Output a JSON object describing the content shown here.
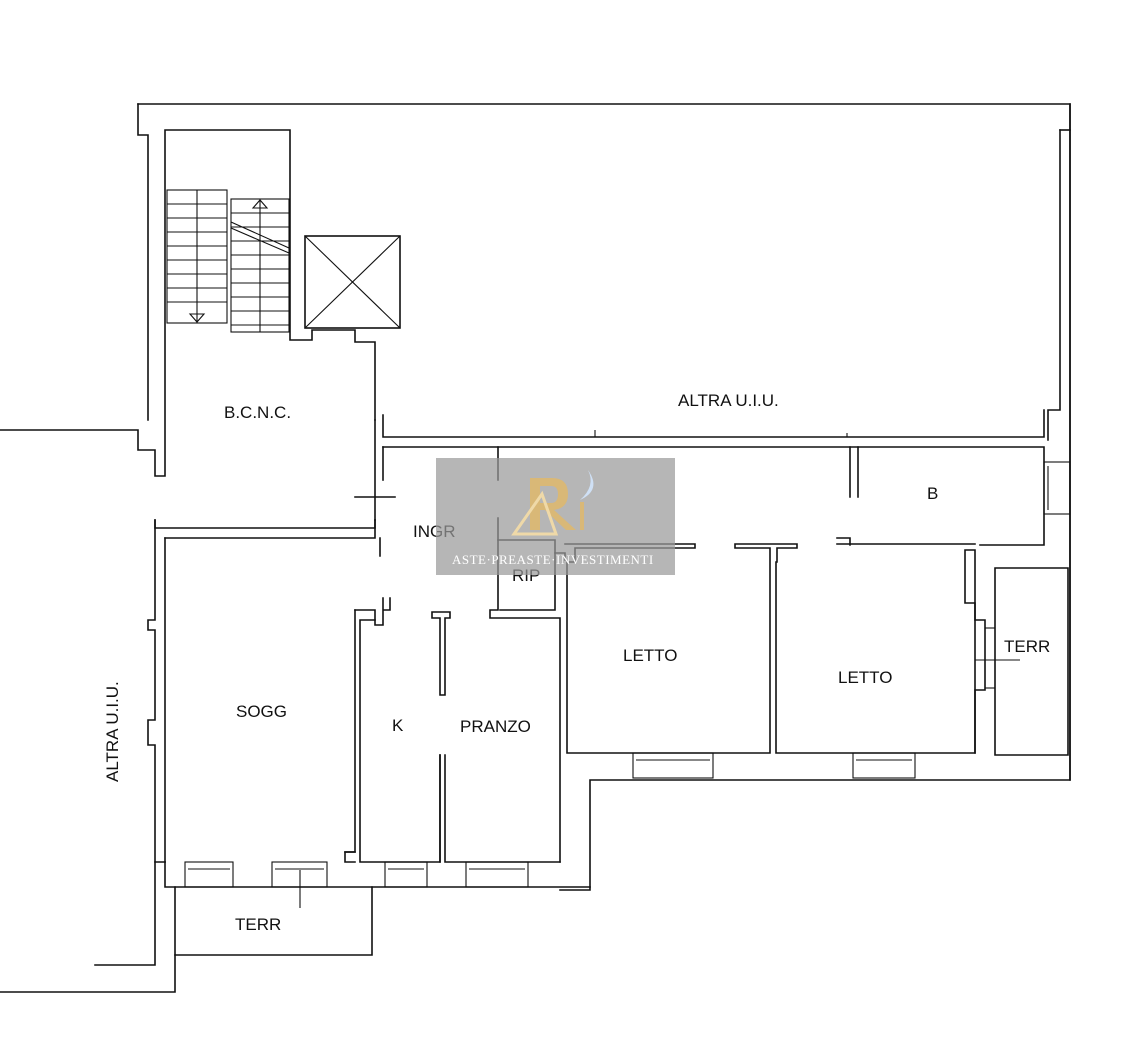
{
  "labels": {
    "bcnc": "B.C.N.C.",
    "altra_top": "ALTRA U.I.U.",
    "altra_left": "ALTRA U.I.U.",
    "ingr": "INGR",
    "rip": "RIP",
    "b": "B",
    "letto_1": "LETTO",
    "letto_2": "LETTO",
    "terr_right": "TERR",
    "sogg": "SOGG",
    "k": "K",
    "pranzo": "PRANZO",
    "terr_bottom": "TERR"
  },
  "watermark": {
    "text": "ASTE·PREASTE·INVESTIMENTI",
    "logo_glyph": "logo-icon"
  },
  "colors": {
    "line": "#111111",
    "watermark_bg": "#9a9a9a",
    "logo_gold": "#d9b877"
  }
}
